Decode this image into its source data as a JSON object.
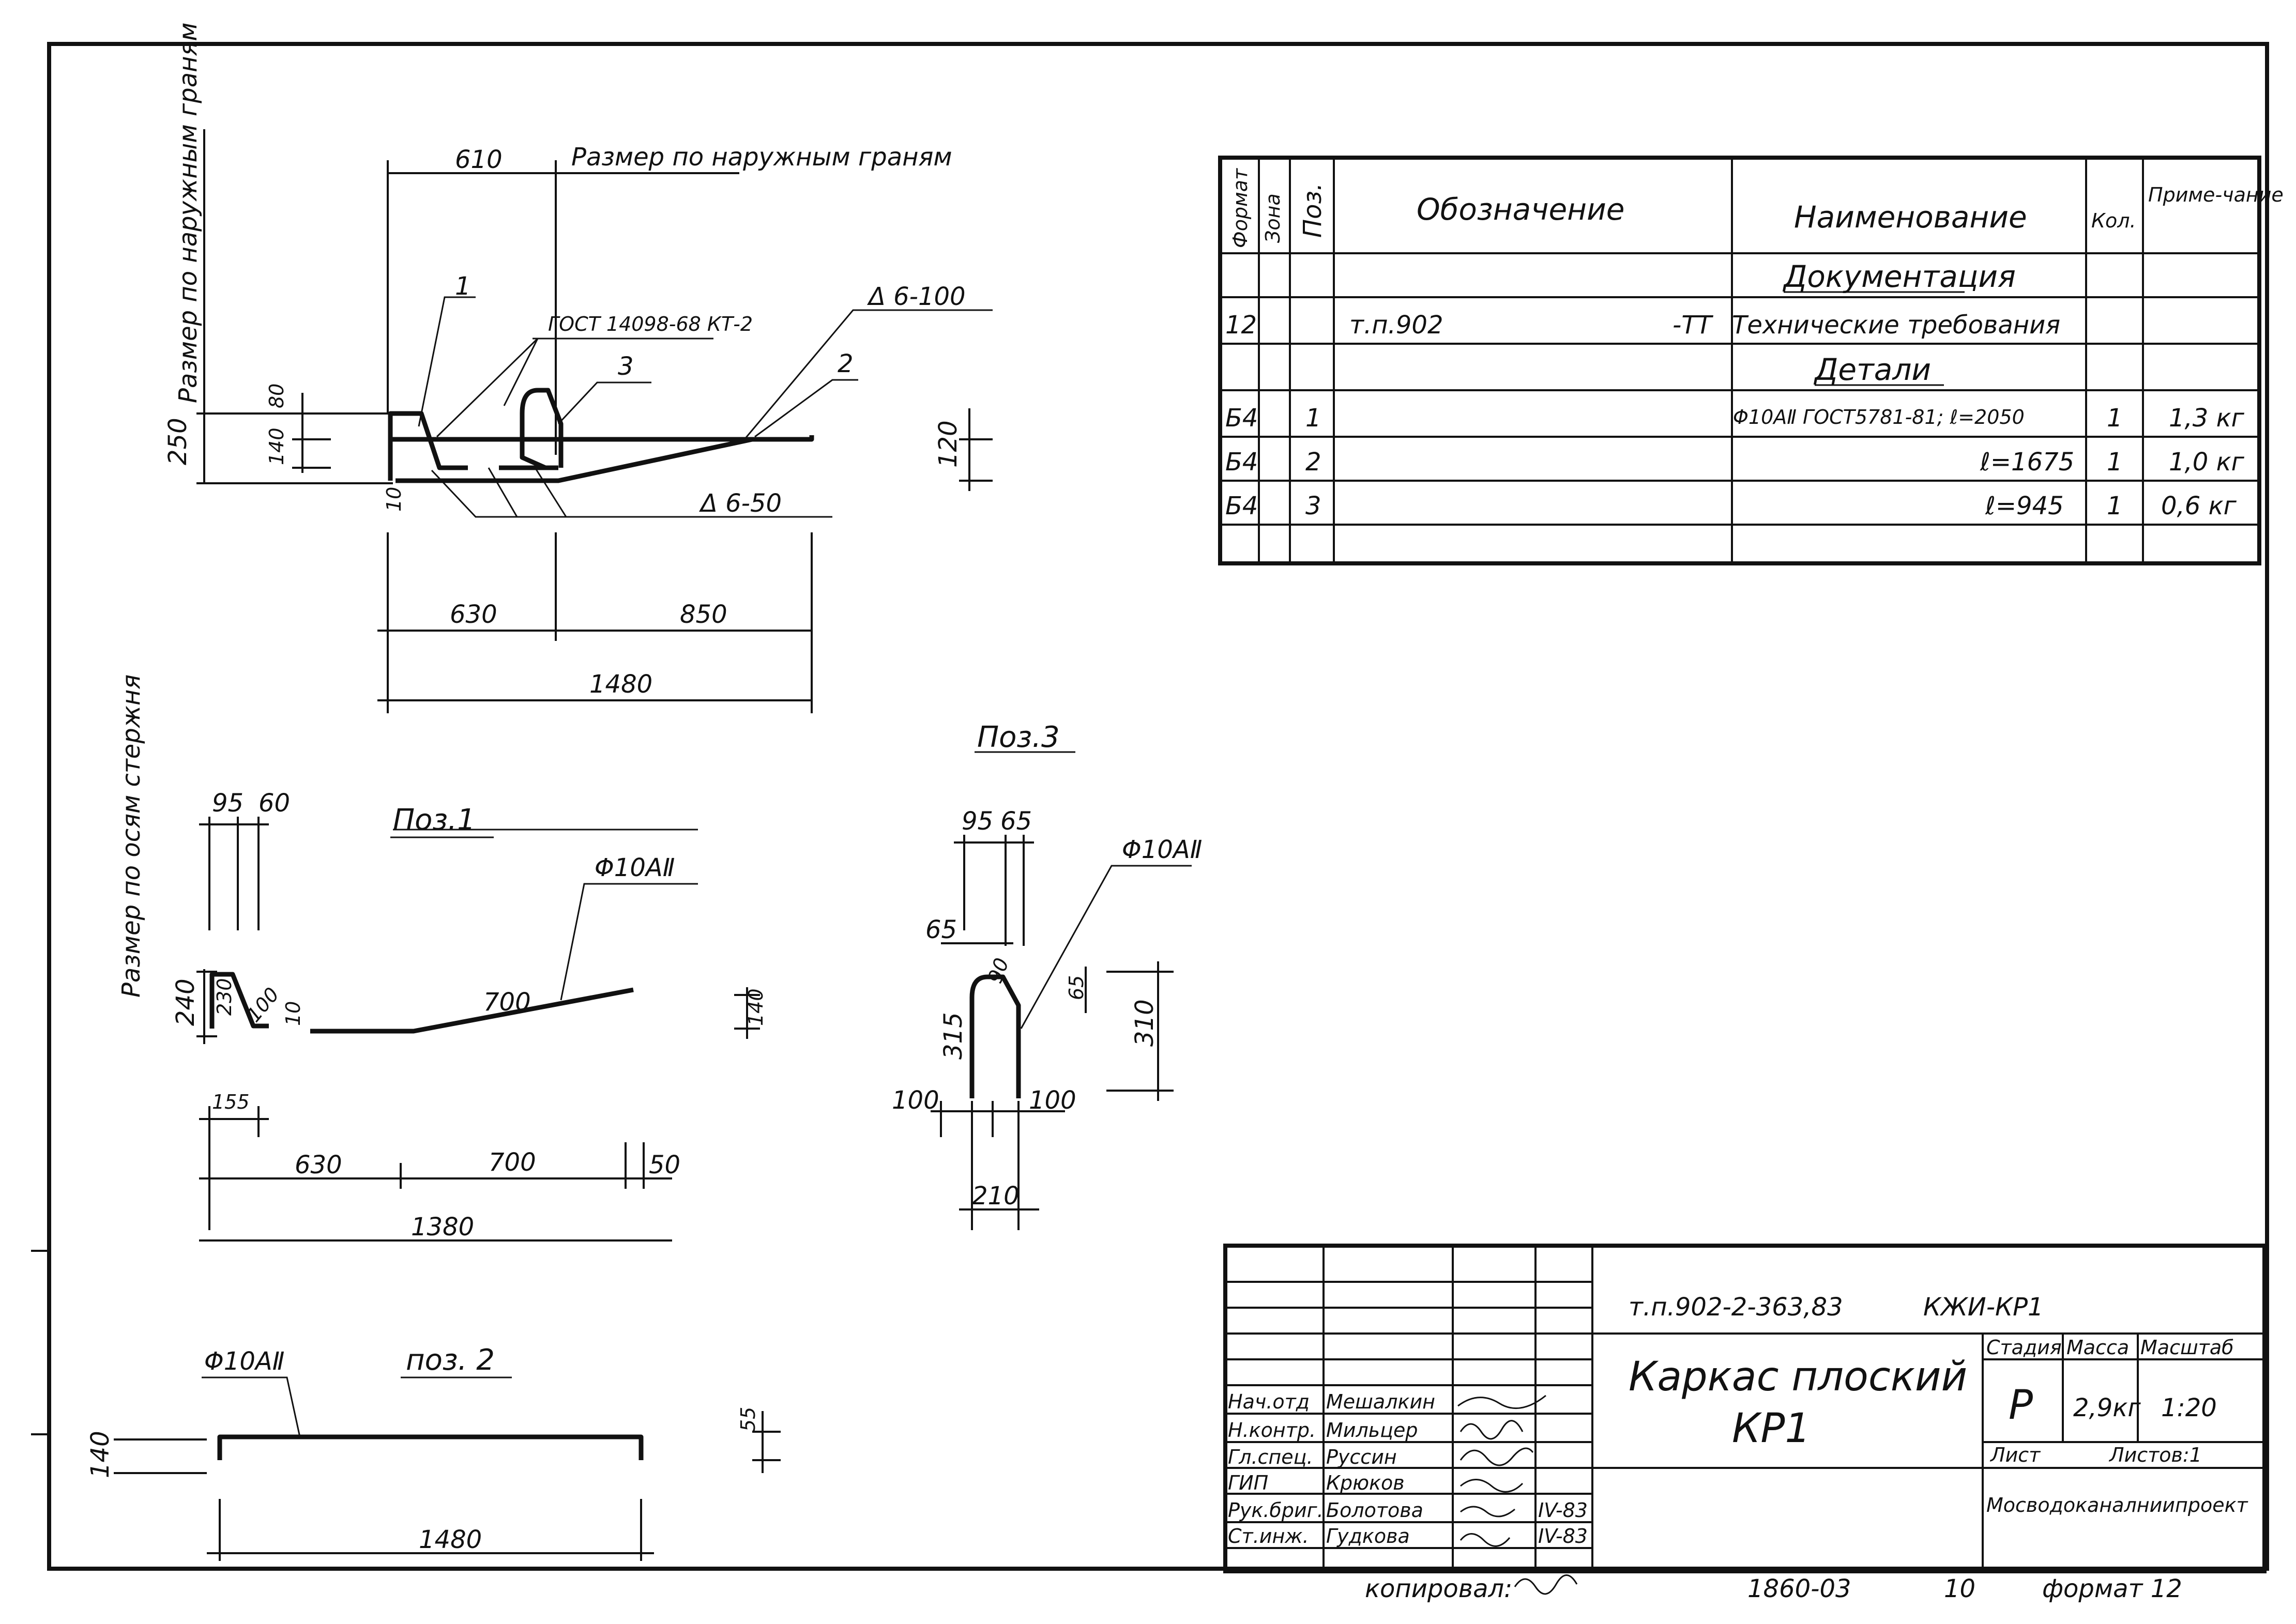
{
  "notes": {
    "outer_face_top": "Размер по наружным граням",
    "outer_face_vertical": "Размер по наружным граням",
    "bar_axes_vertical": "Размер по осям стержня",
    "gost_mesh": "ГОСТ 14098-68 КТ-2",
    "weld_top": "Δ 6-100",
    "weld_bottom": "Δ 6-50"
  },
  "main_view": {
    "dims": [
      "610",
      "250",
      "80",
      "140",
      "10",
      "120",
      "630",
      "850",
      "1480"
    ],
    "callouts": [
      "1",
      "2",
      "3"
    ]
  },
  "pos1": {
    "title": "Поз.1",
    "bar": "Φ10АⅡ",
    "dims": [
      "95",
      "60",
      "240",
      "230",
      "100",
      "10",
      "700",
      "140",
      "155",
      "630",
      "700",
      "50",
      "1380"
    ]
  },
  "pos2": {
    "title": "поз. 2",
    "bar": "Φ10АⅡ",
    "dims": [
      "140",
      "55",
      "1480"
    ]
  },
  "pos3": {
    "title": "Поз.3",
    "bar": "Φ10АⅡ",
    "dims": [
      "95",
      "65",
      "65",
      "90",
      "65",
      "315",
      "310",
      "100",
      "100",
      "210"
    ]
  },
  "spec_table": {
    "headers": {
      "format": "Формат",
      "zone": "Зона",
      "pos": "Поз.",
      "designation": "Обозначение",
      "name": "Наименование",
      "qty": "Кол.",
      "note": "Приме-чание"
    },
    "sections": {
      "docs": "Документация",
      "parts": "Детали"
    },
    "rows": [
      {
        "format": "12",
        "zone": "",
        "pos": "",
        "designation": "т.п.902",
        "designation_suffix": "-ТТ",
        "name": "Технические требования",
        "qty": "",
        "note": ""
      },
      {
        "format": "Б4",
        "zone": "",
        "pos": "1",
        "designation": "",
        "designation_suffix": "",
        "name": "Φ10АⅡ ГОСТ5781-81; ℓ=2050",
        "qty": "1",
        "note": "1,3 кг"
      },
      {
        "format": "Б4",
        "zone": "",
        "pos": "2",
        "designation": "",
        "designation_suffix": "",
        "name": "ℓ=1675",
        "qty": "1",
        "note": "1,0 кг"
      },
      {
        "format": "Б4",
        "zone": "",
        "pos": "3",
        "designation": "",
        "designation_suffix": "",
        "name": "ℓ=945",
        "qty": "1",
        "note": "0,6 кг"
      }
    ]
  },
  "title_block": {
    "code": "т.п.902-2-363,83",
    "doc_code": "КЖИ-КР1",
    "title_line1": "Каркас плоский",
    "title_line2": "КР1",
    "stage_label": "Стадия",
    "mass_label": "Масса",
    "scale_label": "Масштаб",
    "stage": "Р",
    "mass": "2,9кг",
    "scale": "1:20",
    "sheet_label": "Лист",
    "sheets_label": "Листов:1",
    "org": "Мосводоканалниипроект",
    "people": [
      {
        "role": "Нач.отд",
        "name": "Мешалкин",
        "date": ""
      },
      {
        "role": "Н.контр.",
        "name": "Мильцер",
        "date": ""
      },
      {
        "role": "Гл.спец.",
        "name": "Руссин",
        "date": ""
      },
      {
        "role": "ГИП",
        "name": "Крюков",
        "date": ""
      },
      {
        "role": "Рук.бриг.",
        "name": "Болотова",
        "date": "IV-83"
      },
      {
        "role": "Ст.инж.",
        "name": "Гудкова",
        "date": "IV-83"
      }
    ]
  },
  "footer": {
    "copied": "копировал:",
    "number": "1860-03",
    "sheet_no": "10",
    "format": "формат 12"
  }
}
